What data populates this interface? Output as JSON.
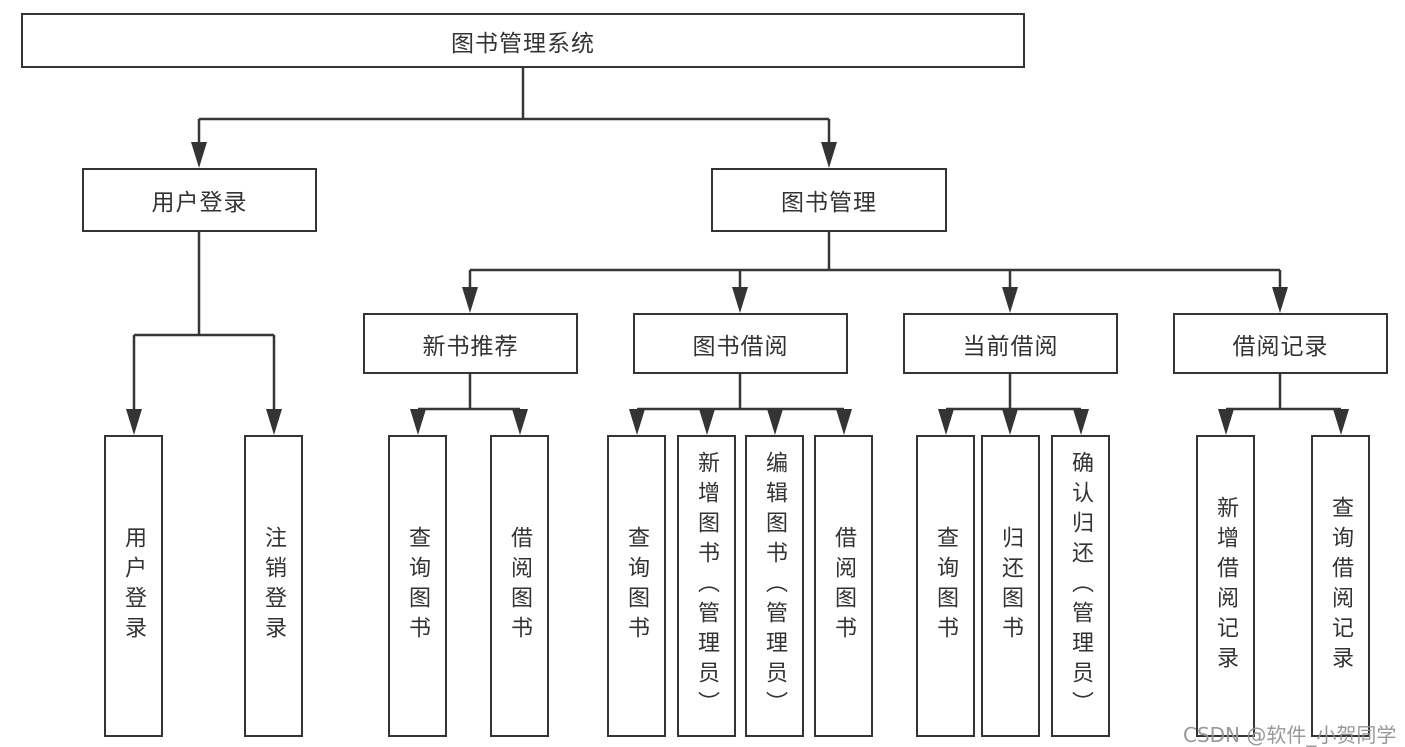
{
  "diagram": {
    "title": "图书管理系统",
    "tree": {
      "label": "图书管理系统",
      "children": [
        {
          "label": "用户登录",
          "children": [
            {
              "label": "用户登录"
            },
            {
              "label": "注销登录"
            }
          ]
        },
        {
          "label": "图书管理",
          "children": [
            {
              "label": "新书推荐",
              "children": [
                {
                  "label": "查询图书"
                },
                {
                  "label": "借阅图书"
                }
              ]
            },
            {
              "label": "图书借阅",
              "children": [
                {
                  "label": "查询图书"
                },
                {
                  "label": "新增图书（管理员）"
                },
                {
                  "label": "编辑图书（管理员）"
                },
                {
                  "label": "借阅图书"
                }
              ]
            },
            {
              "label": "当前借阅",
              "children": [
                {
                  "label": "查询图书"
                },
                {
                  "label": "归还图书"
                },
                {
                  "label": "确认归还（管理员）"
                }
              ]
            },
            {
              "label": "借阅记录",
              "children": [
                {
                  "label": "新增借阅记录"
                },
                {
                  "label": "查询借阅记录"
                }
              ]
            }
          ]
        }
      ]
    }
  },
  "watermark": {
    "text": "CSDN @软件_小贺同学"
  },
  "colors": {
    "background": "#ffffff",
    "box_border": "#343434",
    "connector_line": "#363636",
    "text": "#333333",
    "watermark": "#949494"
  }
}
